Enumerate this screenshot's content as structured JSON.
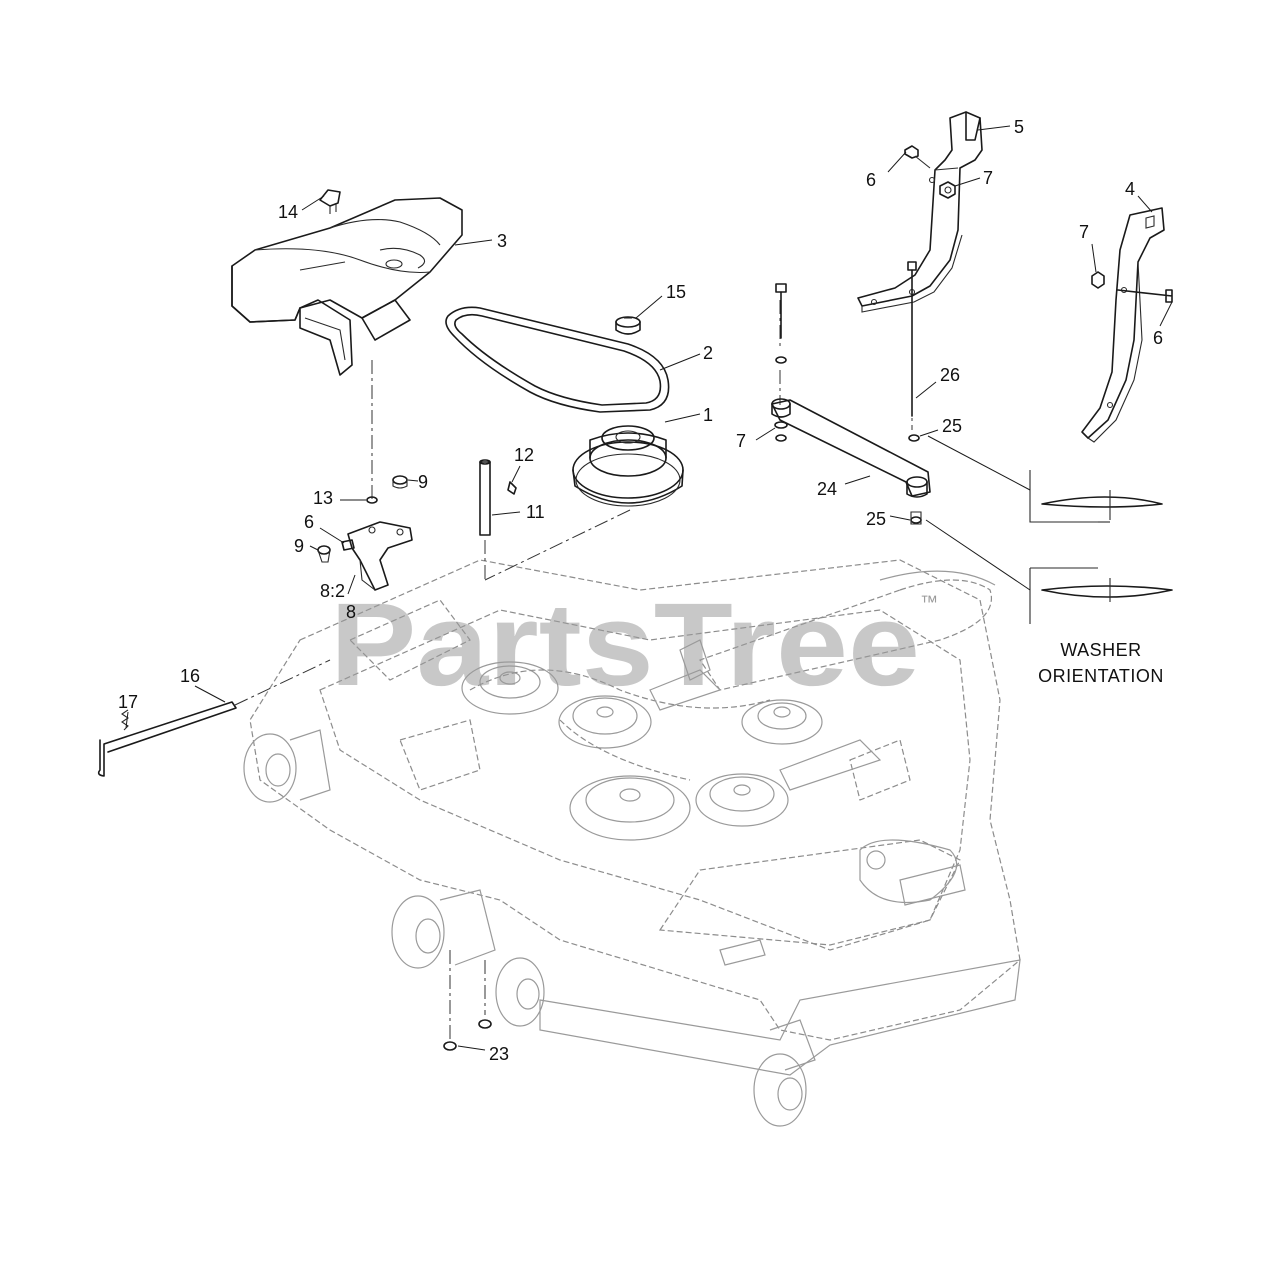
{
  "callouts": [
    {
      "label": "1"
    },
    {
      "label": "2"
    },
    {
      "label": "3"
    },
    {
      "label": "4"
    },
    {
      "label": "5"
    },
    {
      "label": "6"
    },
    {
      "label": "7"
    },
    {
      "label": "6"
    },
    {
      "label": "7"
    },
    {
      "label": "7"
    },
    {
      "label": "8:2"
    },
    {
      "label": "8"
    },
    {
      "label": "9"
    },
    {
      "label": "9"
    },
    {
      "label": "6"
    },
    {
      "label": "11"
    },
    {
      "label": "12"
    },
    {
      "label": "13"
    },
    {
      "label": "14"
    },
    {
      "label": "15"
    },
    {
      "label": "16"
    },
    {
      "label": "17"
    },
    {
      "label": "23"
    },
    {
      "label": "24"
    },
    {
      "label": "25"
    },
    {
      "label": "25"
    },
    {
      "label": "26"
    }
  ],
  "caption": {
    "line1": "WASHER",
    "line2": "ORIENTATION"
  },
  "watermark": {
    "text": "PartsTree",
    "mark": "™"
  }
}
